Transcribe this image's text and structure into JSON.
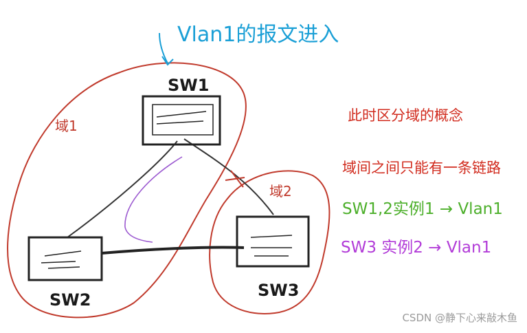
{
  "annotations": {
    "vlan_in": "Vlan1的报文进入"
  },
  "switches": {
    "sw1": "SW1",
    "sw2": "SW2",
    "sw3": "SW3"
  },
  "domains": {
    "d1": "域1",
    "d2": "域2"
  },
  "notes": {
    "line1": "此时区分域的概念",
    "line2": "域间之间只能有一条链路",
    "line3": "SW1,2实例1 → Vlan1",
    "line4": "SW3 实例2 → Vlan1"
  },
  "colors": {
    "domain_outline": "#c0392b",
    "blocked_mark": "#c0392b",
    "path": "#9b59d0",
    "annotation_blue": "#1a9fd6",
    "note_red": "#d12b1e",
    "note_green": "#4caf2a",
    "note_purple": "#b23cd8"
  },
  "watermark": "CSDN @静下心来敲木鱼"
}
